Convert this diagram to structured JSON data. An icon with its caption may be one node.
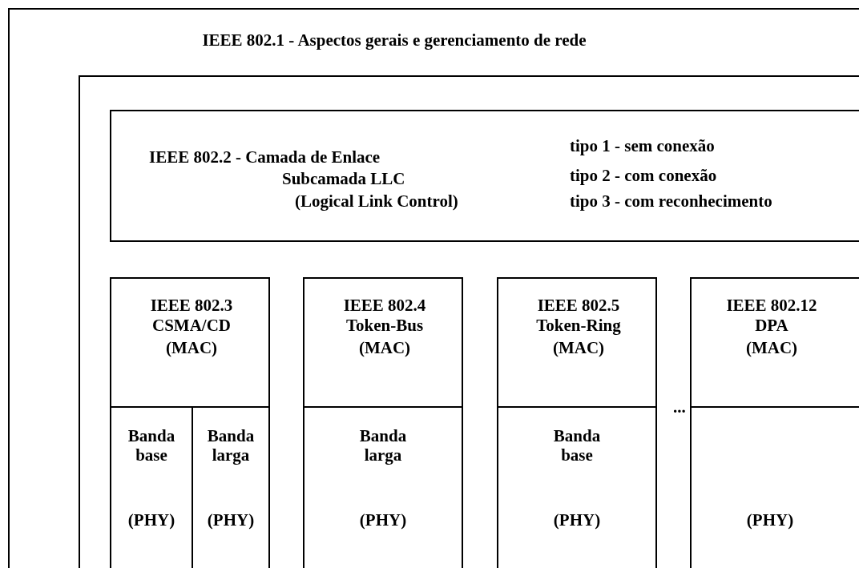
{
  "diagram": {
    "nodes": [
      {
        "text": [
          "IEEE 802.1 - Aspectos gerais e gerenciamento de rede"
        ]
      },
      {
        "text": [],
        "shape": "box",
        "in": 0
      },
      {
        "text": [
          "IEEE 802.2 - Camada de Enlace",
          "Subcamada LLC",
          "(Logical Link Control)",
          "tipo 1 - sem conexão",
          "tipo 2 - com conexão",
          "tipo 3 - com reconhecimento"
        ],
        "in": 1
      },
      {
        "text": [
          "IEEE 802.3",
          "CSMA/CD",
          "(MAC)"
        ],
        "in": 1
      },
      {
        "text": [
          "Banda base",
          "(PHY)"
        ],
        "in": 1
      },
      {
        "text": [
          "Banda larga",
          "(PHY)"
        ],
        "in": 1
      },
      {
        "text": [
          "IEEE 802.4",
          "Token-Bus",
          "(MAC)"
        ],
        "in": 1
      },
      {
        "text": [
          "Banda larga",
          "(PHY)"
        ],
        "in": 1
      },
      {
        "text": [
          "IEEE 802.5",
          "Token-Ring",
          "(MAC)"
        ],
        "in": 1
      },
      {
        "text": [
          "Banda base",
          "(PHY)"
        ],
        "in": 1
      },
      {
        "text": [
          "IEEE 802.12",
          "DPA",
          "(MAC)"
        ],
        "in": 1
      },
      {
        "text": [
          "(PHY)"
        ],
        "in": 1
      }
    ],
    "edges": [],
    "labels": [
      "..."
    ]
  }
}
